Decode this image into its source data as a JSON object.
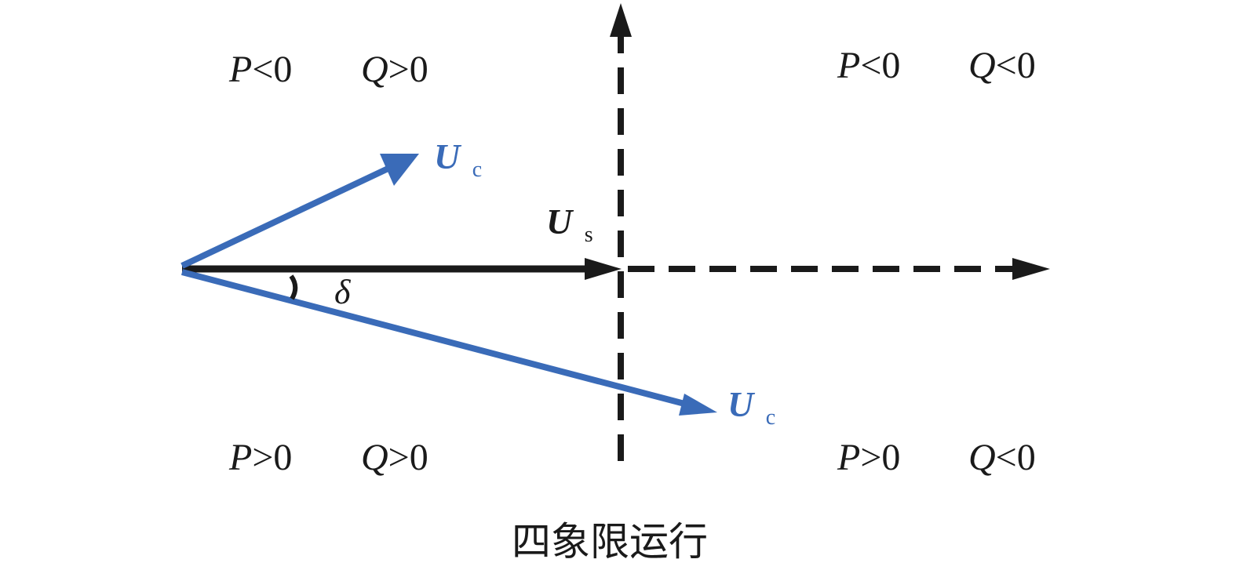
{
  "colors": {
    "black": "#1a1a1a",
    "blue": "#3a6bb8"
  },
  "quadrants": {
    "top_left": {
      "p": "<0",
      "q": ">0"
    },
    "top_right": {
      "p": "<0",
      "q": "<0"
    },
    "bottom_left": {
      "p": ">0",
      "q": ">0"
    },
    "bottom_right": {
      "p": ">0",
      "q": "<0"
    }
  },
  "vectors": {
    "us": {
      "symbol": "U",
      "subscript": "s"
    },
    "uc_upper": {
      "symbol": "U",
      "subscript": "c"
    },
    "uc_lower": {
      "symbol": "U",
      "subscript": "c"
    }
  },
  "angle_symbol": "δ",
  "caption": "四象限运行"
}
